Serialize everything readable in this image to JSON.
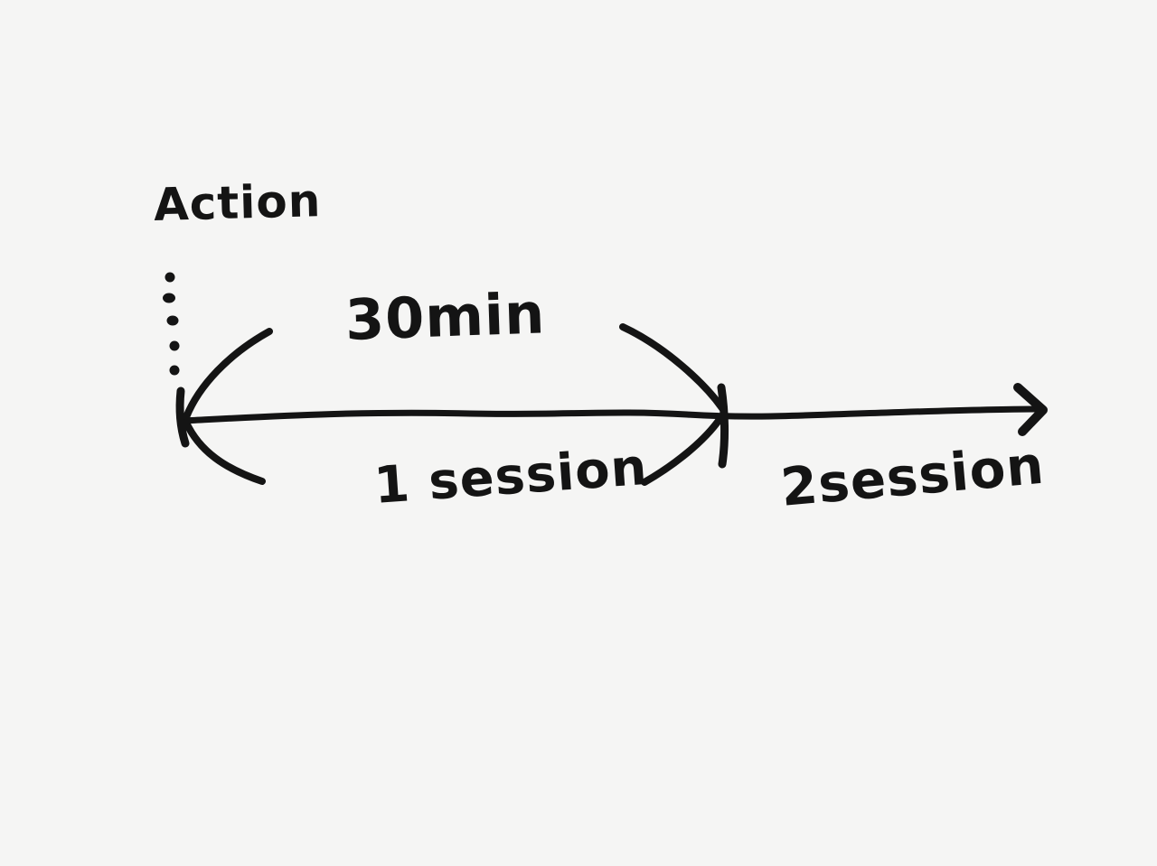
{
  "sketch": {
    "kind": "hand-drawn timeline diagram",
    "labels": {
      "action": "Action",
      "duration": "30min",
      "segment1": "1 session",
      "segment2": "2session"
    },
    "timeline": {
      "segments": [
        {
          "name": "1 session",
          "duration": "30min"
        },
        {
          "name": "2session"
        }
      ]
    },
    "colors": {
      "background": "#f5f5f4",
      "ink": "#141414"
    }
  }
}
